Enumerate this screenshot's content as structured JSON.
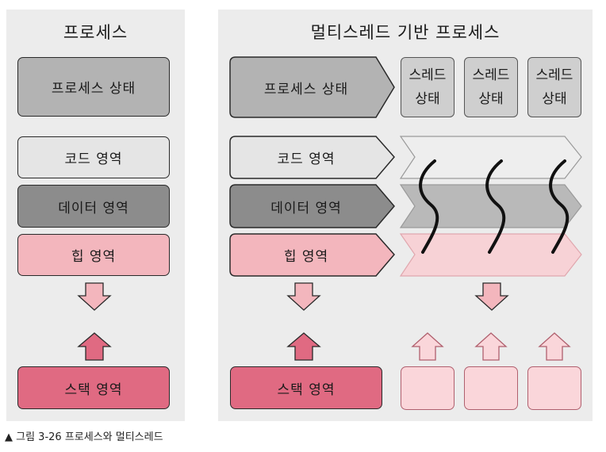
{
  "left": {
    "title": "프로세스",
    "process_state": "프로세스 상태",
    "code": "코드 영역",
    "data": "데이터 영역",
    "heap": "힙 영역",
    "stack": "스택 영역"
  },
  "right": {
    "title": "멀티스레드 기반 프로세스",
    "process_state": "프로세스 상태",
    "code": "코드 영역",
    "data": "데이터 영역",
    "heap": "힙 영역",
    "stack": "스택 영역",
    "thread_states": [
      "스레드\n상태",
      "스레드\n상태",
      "스레드\n상태"
    ]
  },
  "caption": "▲ 그림 3-26 프로세스와 멀티스레드",
  "colors": {
    "panel": "#ececec",
    "process_state": "#b3b3b3",
    "code": "#e5e5e5",
    "data": "#8c8c8c",
    "heap": "#f3b6bd",
    "stack": "#e06a82",
    "thread_box": "#cfcfcf",
    "thread_stack": "#fad6da"
  }
}
